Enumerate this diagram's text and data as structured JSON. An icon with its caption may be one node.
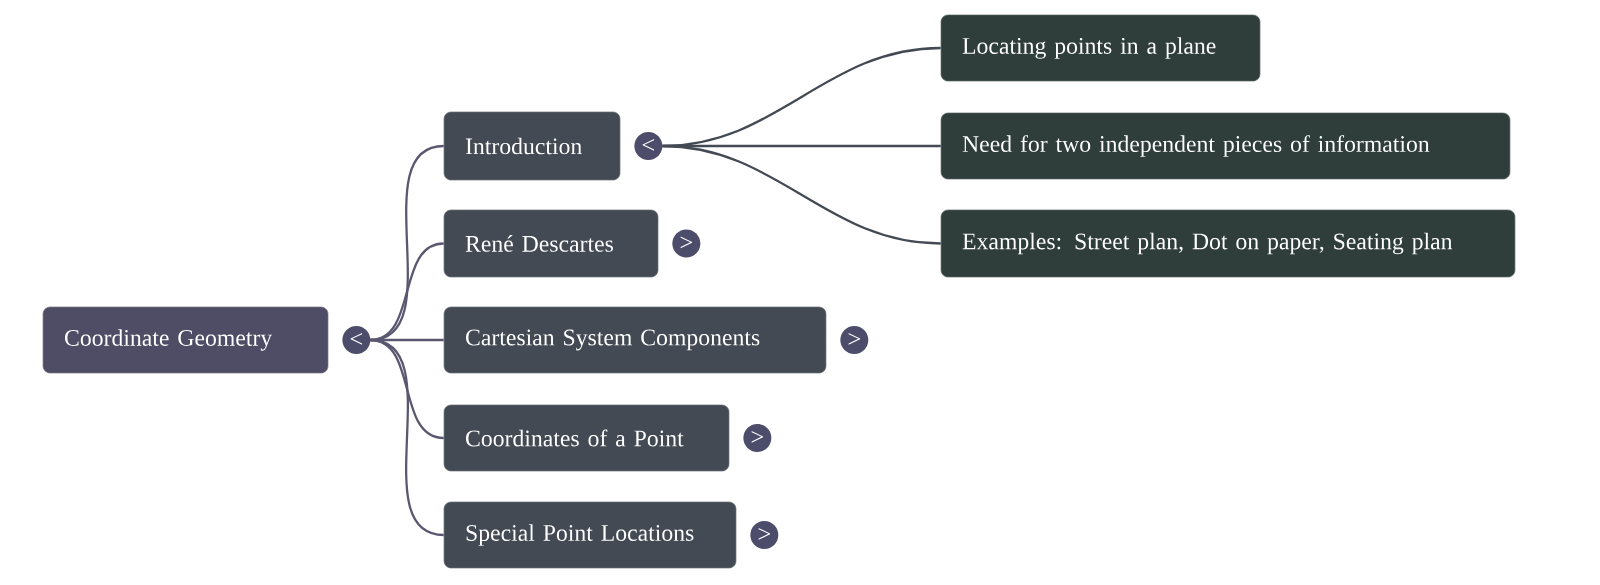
{
  "diagram": {
    "nodes": [
      {
        "text": [
          "Coordinate Geometry"
        ],
        "beside": [
          "<"
        ]
      },
      {
        "text": [
          "Introduction"
        ],
        "beside": [
          "<"
        ]
      },
      {
        "text": [
          "René Descartes"
        ],
        "beside": [
          ">"
        ]
      },
      {
        "text": [
          "Cartesian System Components"
        ],
        "beside": [
          ">"
        ]
      },
      {
        "text": [
          "Coordinates of a Point"
        ],
        "beside": [
          ">"
        ]
      },
      {
        "text": [
          "Special Point Locations"
        ],
        "beside": [
          ">"
        ]
      },
      {
        "text": [
          "Locating points in a plane"
        ]
      },
      {
        "text": [
          "Need for two independent pieces of information"
        ]
      },
      {
        "text": [
          "Examples: Street plan, Dot on paper, Seating plan"
        ]
      }
    ],
    "edges": [
      {
        "from": 0,
        "to": 1,
        "arrow": "none"
      },
      {
        "from": 0,
        "to": 2,
        "arrow": "none"
      },
      {
        "from": 0,
        "to": 3,
        "arrow": "none"
      },
      {
        "from": 0,
        "to": 4,
        "arrow": "none"
      },
      {
        "from": 0,
        "to": 5,
        "arrow": "none"
      },
      {
        "from": 1,
        "to": 6,
        "arrow": "none",
        "color": "#434a54"
      },
      {
        "from": 1,
        "to": 7,
        "arrow": "none",
        "color": "#434a54"
      },
      {
        "from": 1,
        "to": 8,
        "arrow": "none",
        "color": "#434a54"
      }
    ]
  }
}
